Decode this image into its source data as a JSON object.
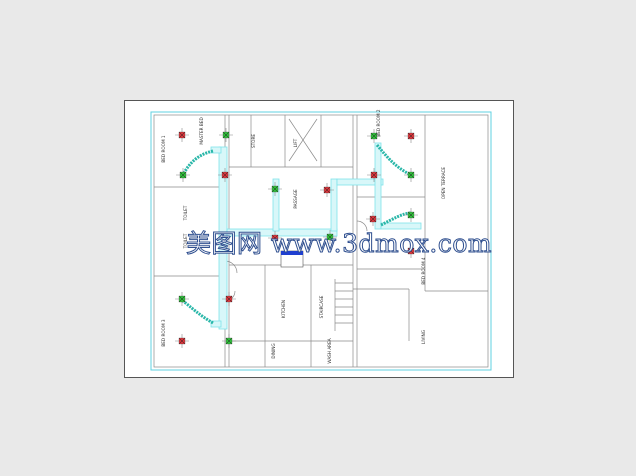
{
  "plan": {
    "room_labels": [
      "BED ROOM 1",
      "BED ROOM 2",
      "BED ROOM 3",
      "BED ROOM 4",
      "MASTER BED",
      "TOILET",
      "TOILET",
      "PASSAGE",
      "KITCHEN",
      "DINING",
      "LIVING",
      "OPEN TERRACE",
      "STORE",
      "LIFT",
      "STAIRCASE",
      "WASH AREA"
    ],
    "watermark": "美图网 www.3dmox.com",
    "colors": {
      "sheet": "#ffffff",
      "border_cyan": "#5fd0e0",
      "walls": "#8a8a8a",
      "duct": "#7fe3ea",
      "flex_duct": "#2ab7a9",
      "supply_diffuser": "#2fbf3a",
      "return_diffuser": "#d9343a",
      "ahu": "#1f3fd0"
    },
    "symbols": {
      "supply": "supply-diffuser-icon",
      "return": "return-diffuser-icon",
      "ahu": "air-handling-unit-icon"
    }
  }
}
